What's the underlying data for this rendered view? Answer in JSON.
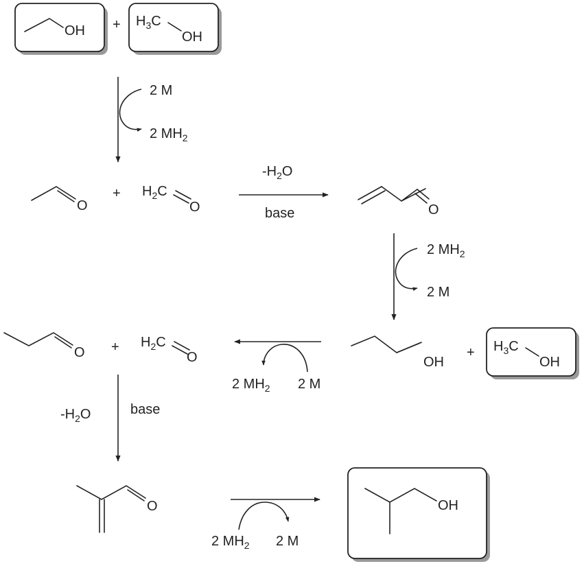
{
  "molecules": {
    "ethanol": {
      "oh": "OH"
    },
    "methanol_1": {
      "h3c_a": "H",
      "h3c_sub": "3",
      "h3c_b": "C",
      "oh": "OH"
    },
    "acetaldehyde": {
      "o": "O"
    },
    "formaldehyde_1": {
      "h2c_a": "H",
      "h2c_sub": "2",
      "h2c_b": "C",
      "o": "O"
    },
    "acrolein": {
      "o": "O"
    },
    "propanol": {
      "oh": "OH"
    },
    "methanol_2": {
      "h3c_a": "H",
      "h3c_sub": "3",
      "h3c_b": "C",
      "oh": "OH"
    },
    "propanal": {
      "o": "O"
    },
    "formaldehyde_2": {
      "h2c_a": "H",
      "h2c_sub": "2",
      "h2c_b": "C",
      "o": "O"
    },
    "methacrolein": {
      "o": "O"
    },
    "isobutanol": {
      "oh": "OH"
    }
  },
  "plus": "+",
  "steps": {
    "dehydrogenation": {
      "reagent": "2 M",
      "product_a": "2 MH",
      "product_sub": "2"
    },
    "aldol_1": {
      "above_a": "-H",
      "above_sub": "2",
      "above_b": "O",
      "below": "base"
    },
    "hydrogenation_1": {
      "reagent_a": "2 MH",
      "reagent_sub": "2",
      "product": "2 M"
    },
    "hydrogen_transfer": {
      "left_a": "2 MH",
      "left_sub": "2",
      "right": "2 M"
    },
    "aldol_2": {
      "left_a": "-H",
      "left_sub": "2",
      "left_b": "O",
      "right": "base"
    },
    "hydrogenation_2": {
      "left_a": "2 MH",
      "left_sub": "2",
      "right": "2 M"
    }
  },
  "colors": {
    "ink": "#222222",
    "box_shadow": "#9a9a9a"
  }
}
